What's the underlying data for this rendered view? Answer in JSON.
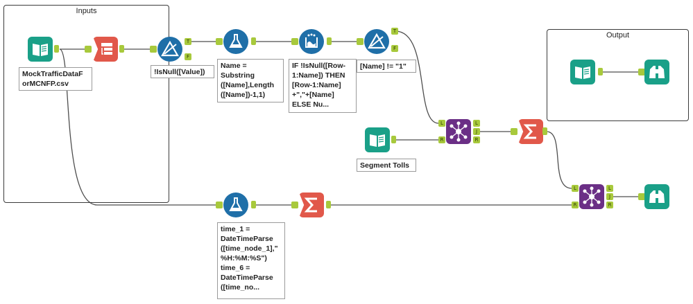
{
  "containers": {
    "inputs": {
      "title": "Inputs"
    },
    "output": {
      "title": "Output"
    }
  },
  "annotations": {
    "input_file": "MockTrafficDataF\norMCNFP.csv",
    "filter1": "!IsNull([Value])",
    "formula1": "Name =\nSubstring\n([Name],Length\n([Name])-1,1)",
    "multirow": "IF !IsNull([Row-\n1:Name]) THEN\n[Row-1:Name]\n+\",\"+[Name]\nELSE Nu...",
    "filter2": "[Name] != \"1\"",
    "segment_tolls": "Segment Tolls",
    "formula2": "time_1 =\nDateTimeParse\n([time_node_1],\"\n%H:%M:%S\")\ntime_6 =\nDateTimeParse\n([time_no..."
  },
  "anchors": {
    "true": "T",
    "false": "F",
    "left": "L",
    "join": "J",
    "right": "R"
  },
  "icons": {
    "input": "book-icon",
    "select": "select-table-icon",
    "filter": "filter-triangle-icon",
    "formula": "flask-icon",
    "multirow": "multirow-formula-icon",
    "join": "join-network-icon",
    "summarize": "sigma-icon",
    "browse": "binoculars-icon"
  },
  "colors": {
    "input": "#1aa088",
    "select": "#e1584a",
    "filter": "#1f6fa8",
    "formula": "#1f6fa8",
    "join": "#6b2f86",
    "summarize": "#e1584a",
    "browse": "#1aa088",
    "anchor": "#a8c93c"
  }
}
